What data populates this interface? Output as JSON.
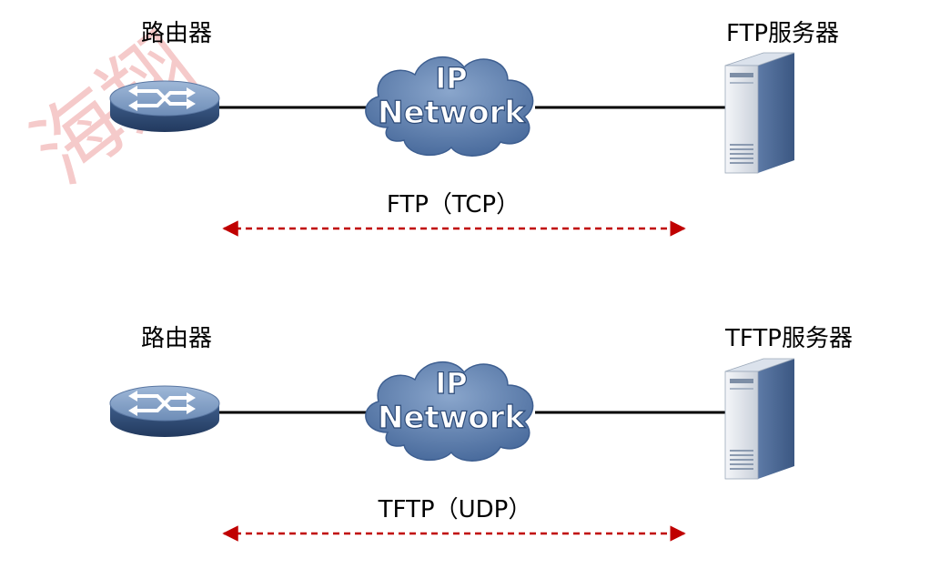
{
  "watermark": "海翔",
  "diagrams": [
    {
      "router_label": "路由器",
      "cloud_line1": "IP",
      "cloud_line2": "Network",
      "server_label": "FTP服务器",
      "protocol_label": "FTP（TCP）"
    },
    {
      "router_label": "路由器",
      "cloud_line1": "IP",
      "cloud_line2": "Network",
      "server_label": "TFTP服务器",
      "protocol_label": "TFTP（UDP）"
    }
  ],
  "colors": {
    "arrow": "#c00000",
    "link": "#000000",
    "router_top": "#7f9cc2",
    "cloud": "#5d7fae",
    "watermark": "#f2b8b8"
  }
}
